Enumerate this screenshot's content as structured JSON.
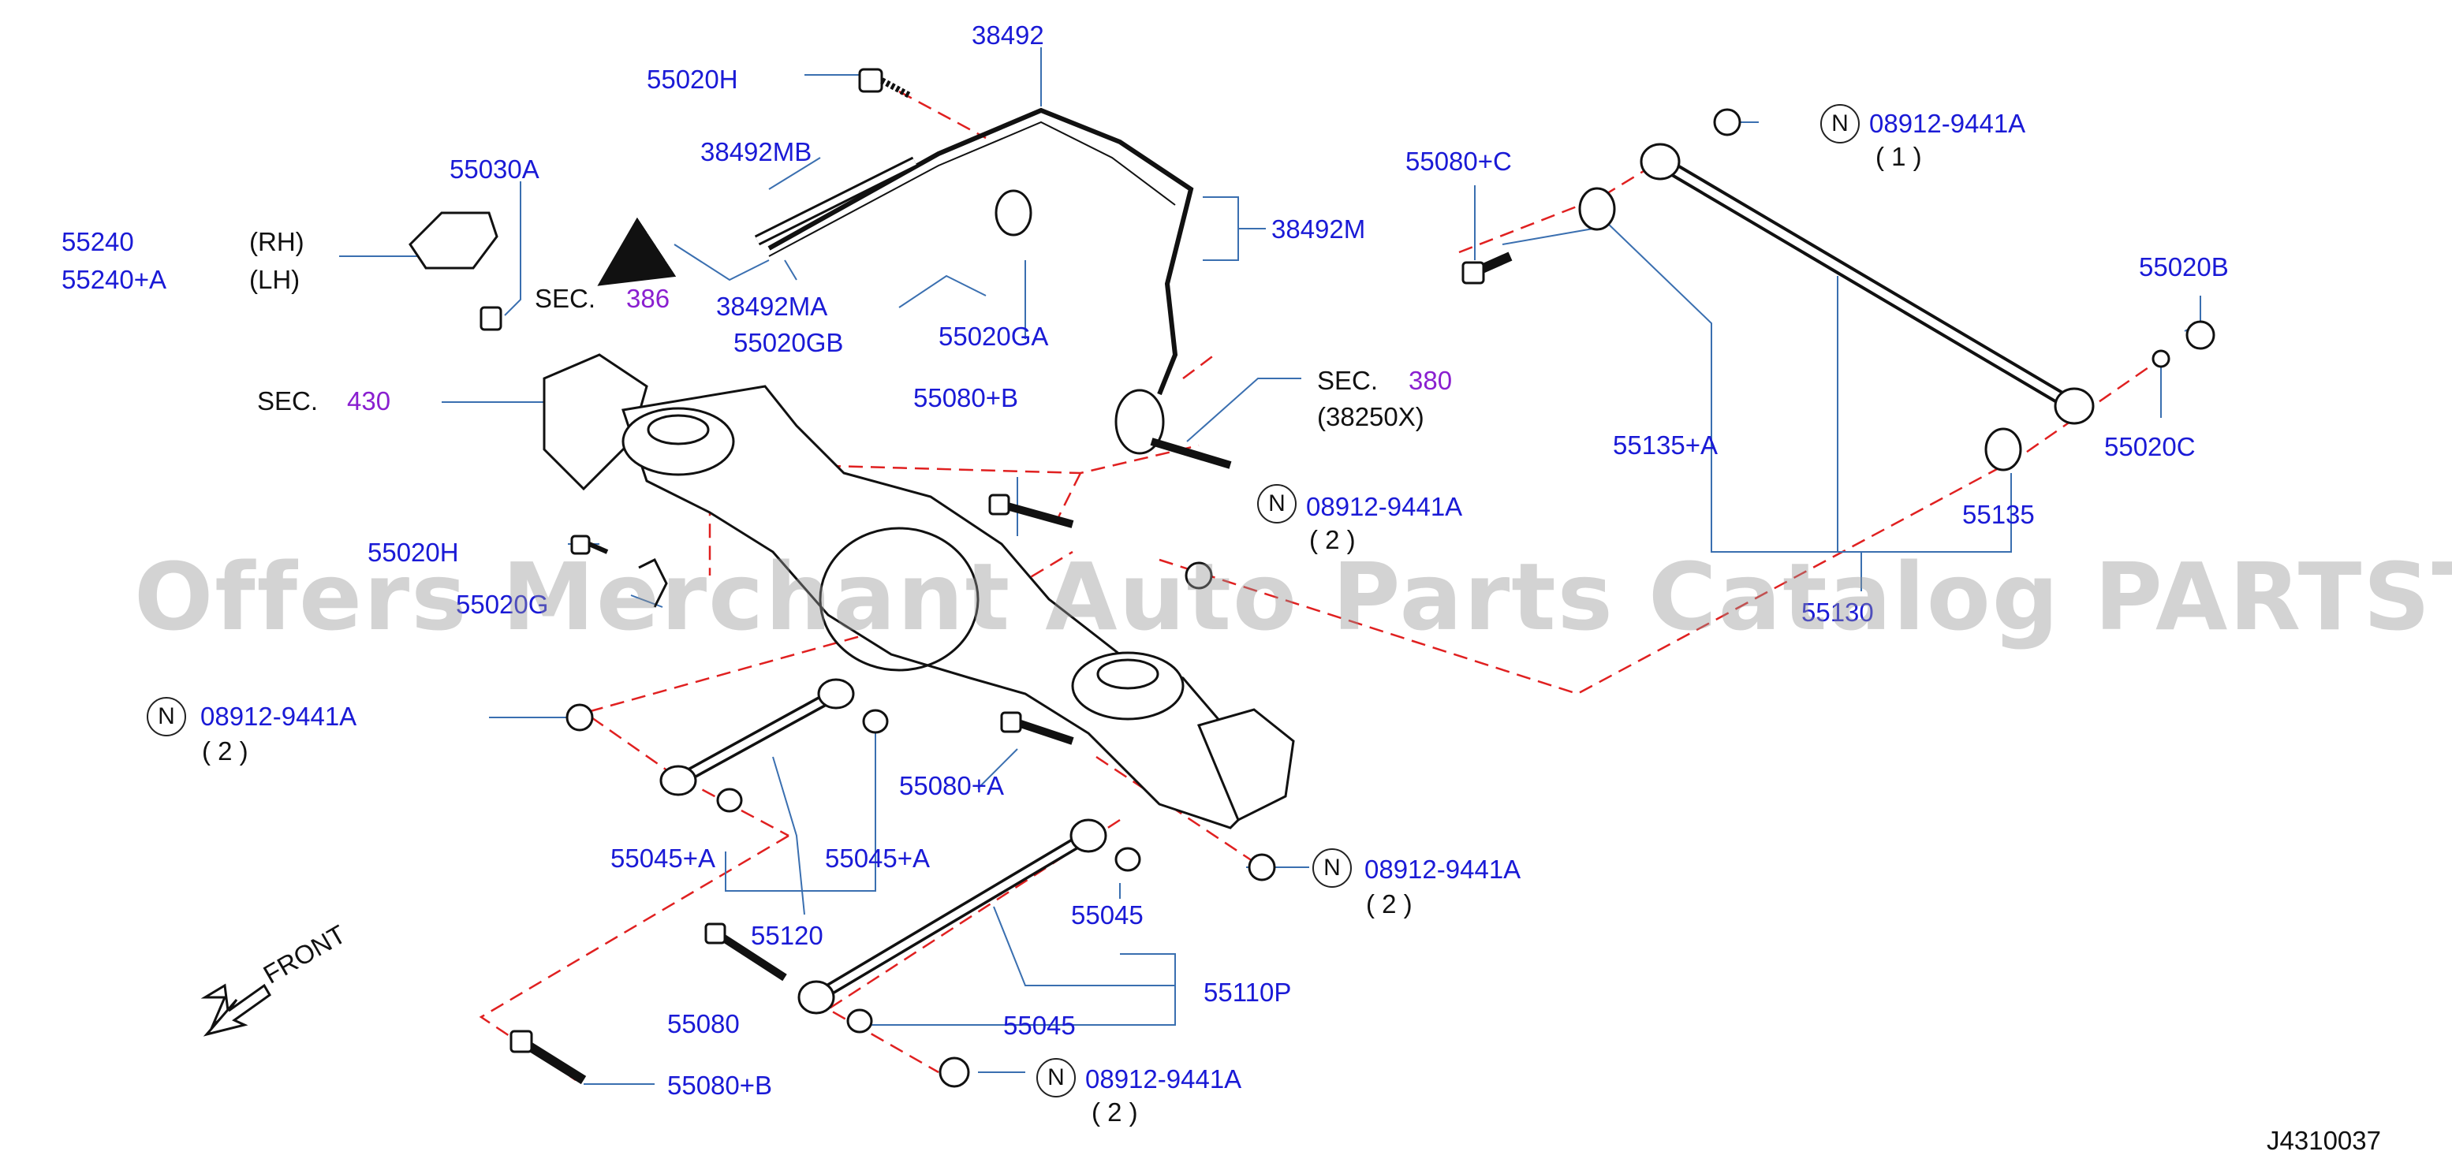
{
  "labels": {
    "p38492": "38492",
    "p55020H_top": "55020H",
    "p38492MB": "38492MB",
    "p55030A": "55030A",
    "p55240": "55240",
    "p55240A": "55240+A",
    "rh": "(RH)",
    "lh": "(LH)",
    "sec_word_1": "SEC.",
    "sec386": "386",
    "p38492MA": "38492MA",
    "p55020GB": "55020GB",
    "p55020GA": "55020GA",
    "p38492M": "38492M",
    "sec_word_2": "SEC.",
    "sec380": "380",
    "p38250X": "(38250X)",
    "sec_word_3": "SEC.",
    "sec430": "430",
    "p55080B_top": "55080+B",
    "p55080C": "55080+C",
    "p55020B": "55020B",
    "p55020C": "55020C",
    "p55135A": "55135+A",
    "p55135": "55135",
    "p55130": "55130",
    "p55020H_left": "55020H",
    "p55020G": "55020G",
    "p55080A": "55080+A",
    "p55045A_1": "55045+A",
    "p55045A_2": "55045+A",
    "p55120": "55120",
    "p55045_1": "55045",
    "p55110P": "55110P",
    "p55045_2": "55045",
    "p55080": "55080",
    "p55080B_bot": "55080+B",
    "front": "FRONT"
  },
  "nuts": [
    {
      "mark": "N",
      "part": "08912-9441A",
      "qty": "( 1 )"
    },
    {
      "mark": "N",
      "part": "08912-9441A",
      "qty": "( 2 )"
    },
    {
      "mark": "N",
      "part": "08912-9441A",
      "qty": "( 2 )"
    },
    {
      "mark": "N",
      "part": "08912-9441A",
      "qty": "( 2 )"
    },
    {
      "mark": "N",
      "part": "08912-9441A",
      "qty": "( 2 )"
    }
  ],
  "watermark": "Offers Merchant Auto Parts Catalog PARTSTORE.SA",
  "diagram_code": "J4310037",
  "colors": {
    "label_blue": "#1a1ad6",
    "section_purple": "#8a1fd0",
    "leader_line": "#3a6fb0",
    "dashed_red": "#e02020",
    "part_outline": "#111111"
  }
}
